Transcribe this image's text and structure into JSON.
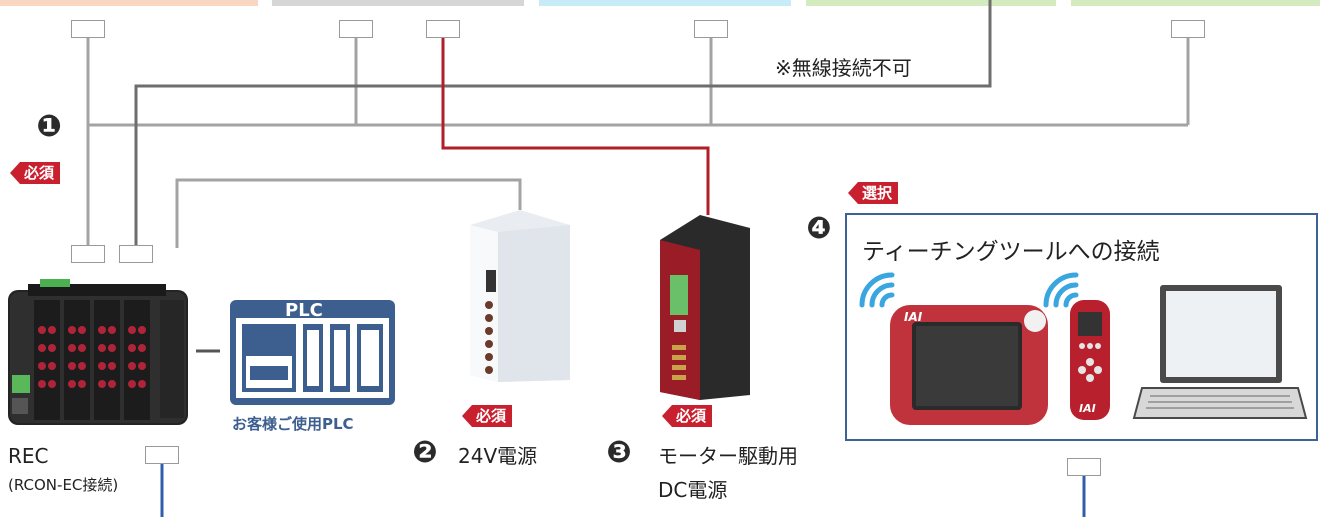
{
  "top_colors": [
    "#f8d6c0",
    "#d6d6d6",
    "#c7ecf8",
    "#d4ebc0",
    "#d4ebc0"
  ],
  "note_wireless": "※無線接続不可",
  "tags": {
    "required": "必須",
    "select": "選択"
  },
  "numbers": [
    "❶",
    "❷",
    "❸",
    "❹"
  ],
  "rec": {
    "label": "REC",
    "sub": "(RCON-EC接続)"
  },
  "plc": {
    "title": "PLC",
    "caption": "お客様ご使用PLC"
  },
  "power24": {
    "label": "24V電源"
  },
  "motor_power": {
    "line1": "モーター駆動用",
    "line2": "DC電源"
  },
  "teaching": {
    "title": "ティーチングツールへの接続"
  },
  "logos": {
    "iai": "IAI"
  },
  "colors": {
    "red_line": "#b01e2a",
    "gray_line": "#9a9a9a",
    "dark_line": "#6b6b6b",
    "blue_line": "#2f5fa8",
    "box_border": "#3d6396",
    "plc_blue": "#3d5f8f"
  }
}
